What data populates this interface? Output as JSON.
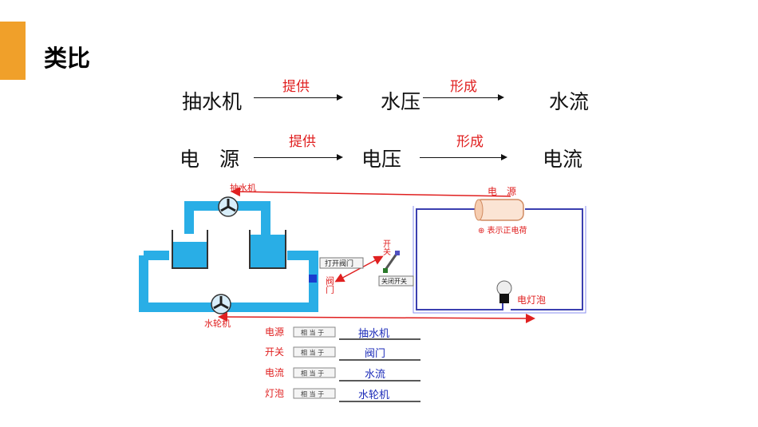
{
  "header": {
    "title": "类比"
  },
  "analogy": {
    "row1": {
      "a": "抽水机",
      "arrow1": "提供",
      "b": "水压",
      "arrow2": "形成",
      "c": "水流"
    },
    "row2": {
      "a": "电　源",
      "arrow1": "提供",
      "b": "电压",
      "arrow2": "形成",
      "c": "电流"
    }
  },
  "diagram": {
    "pump_top": "抽水机",
    "pump_bottom": "水轮机",
    "power_source": "电　源",
    "charge_note": "⊕ 表示正电荷",
    "switch_label": "开关",
    "valve_label": "阀门",
    "open_valve_btn": "打开阀门",
    "close_switch_btn": "关闭开关",
    "bulb_label": "电灯泡"
  },
  "table": {
    "rows": [
      {
        "left": "电源",
        "mid": "相 当 于",
        "right": "抽水机"
      },
      {
        "left": "开关",
        "mid": "相 当 于",
        "right": "阀门"
      },
      {
        "left": "电流",
        "mid": "相 当 于",
        "right": "水流"
      },
      {
        "left": "灯泡",
        "mid": "相 当 于",
        "right": "水轮机"
      }
    ]
  },
  "colors": {
    "accent": "#f0a02a",
    "red": "#e02020",
    "water": "#29aee6",
    "circuit": "#3b3fb0"
  }
}
